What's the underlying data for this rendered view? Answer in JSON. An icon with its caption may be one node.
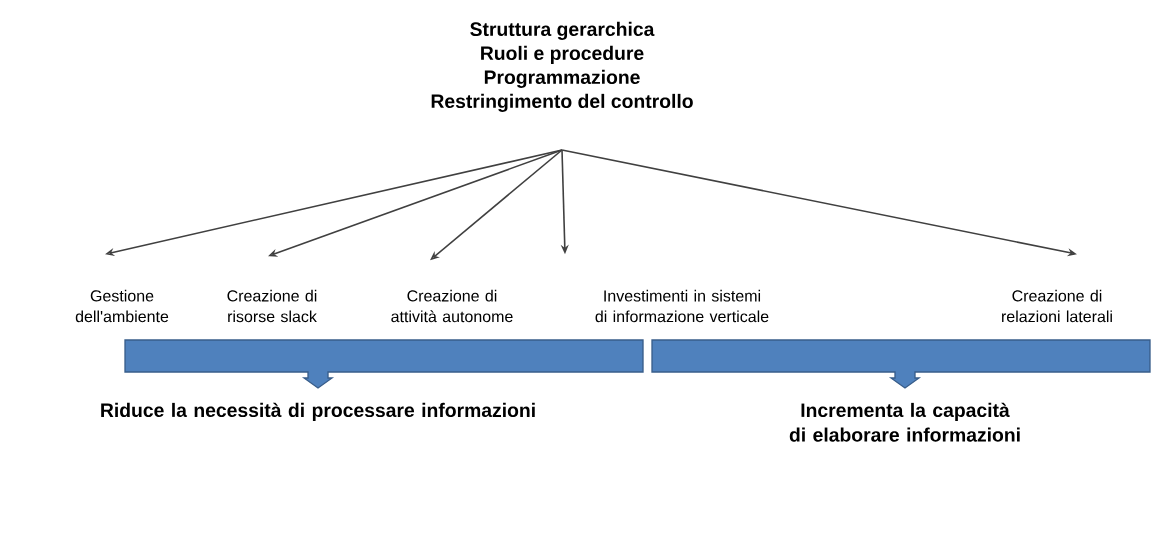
{
  "diagram": {
    "nodes": [
      {
        "text": [
          "Struttura gerarchica",
          "Ruoli e procedure",
          "Programmazione",
          "Restringimento del controllo"
        ]
      },
      {
        "text": [
          "Gestione dell'ambiente"
        ]
      },
      {
        "text": [
          "Creazione di risorse slack"
        ]
      },
      {
        "text": [
          "Creazione di attività autonome"
        ]
      },
      {
        "text": [
          "Investimenti in sistemi di informazione verticale"
        ]
      },
      {
        "text": [
          "Creazione di relazioni laterali"
        ]
      },
      {
        "text": [],
        "shape": "bar",
        "beside": [
          "Riduce la necessità di processare informazioni"
        ]
      },
      {
        "text": [],
        "shape": "bar",
        "beside": [
          "Incrementa la capacità di elaborare informazioni"
        ]
      }
    ],
    "edges": [
      {
        "from": 0,
        "to": 1,
        "arrow": "to"
      },
      {
        "from": 0,
        "to": 2,
        "arrow": "to"
      },
      {
        "from": 0,
        "to": 3,
        "arrow": "to"
      },
      {
        "from": 0,
        "to": 4,
        "arrow": "to"
      },
      {
        "from": 0,
        "to": 5,
        "arrow": "to"
      }
    ]
  }
}
